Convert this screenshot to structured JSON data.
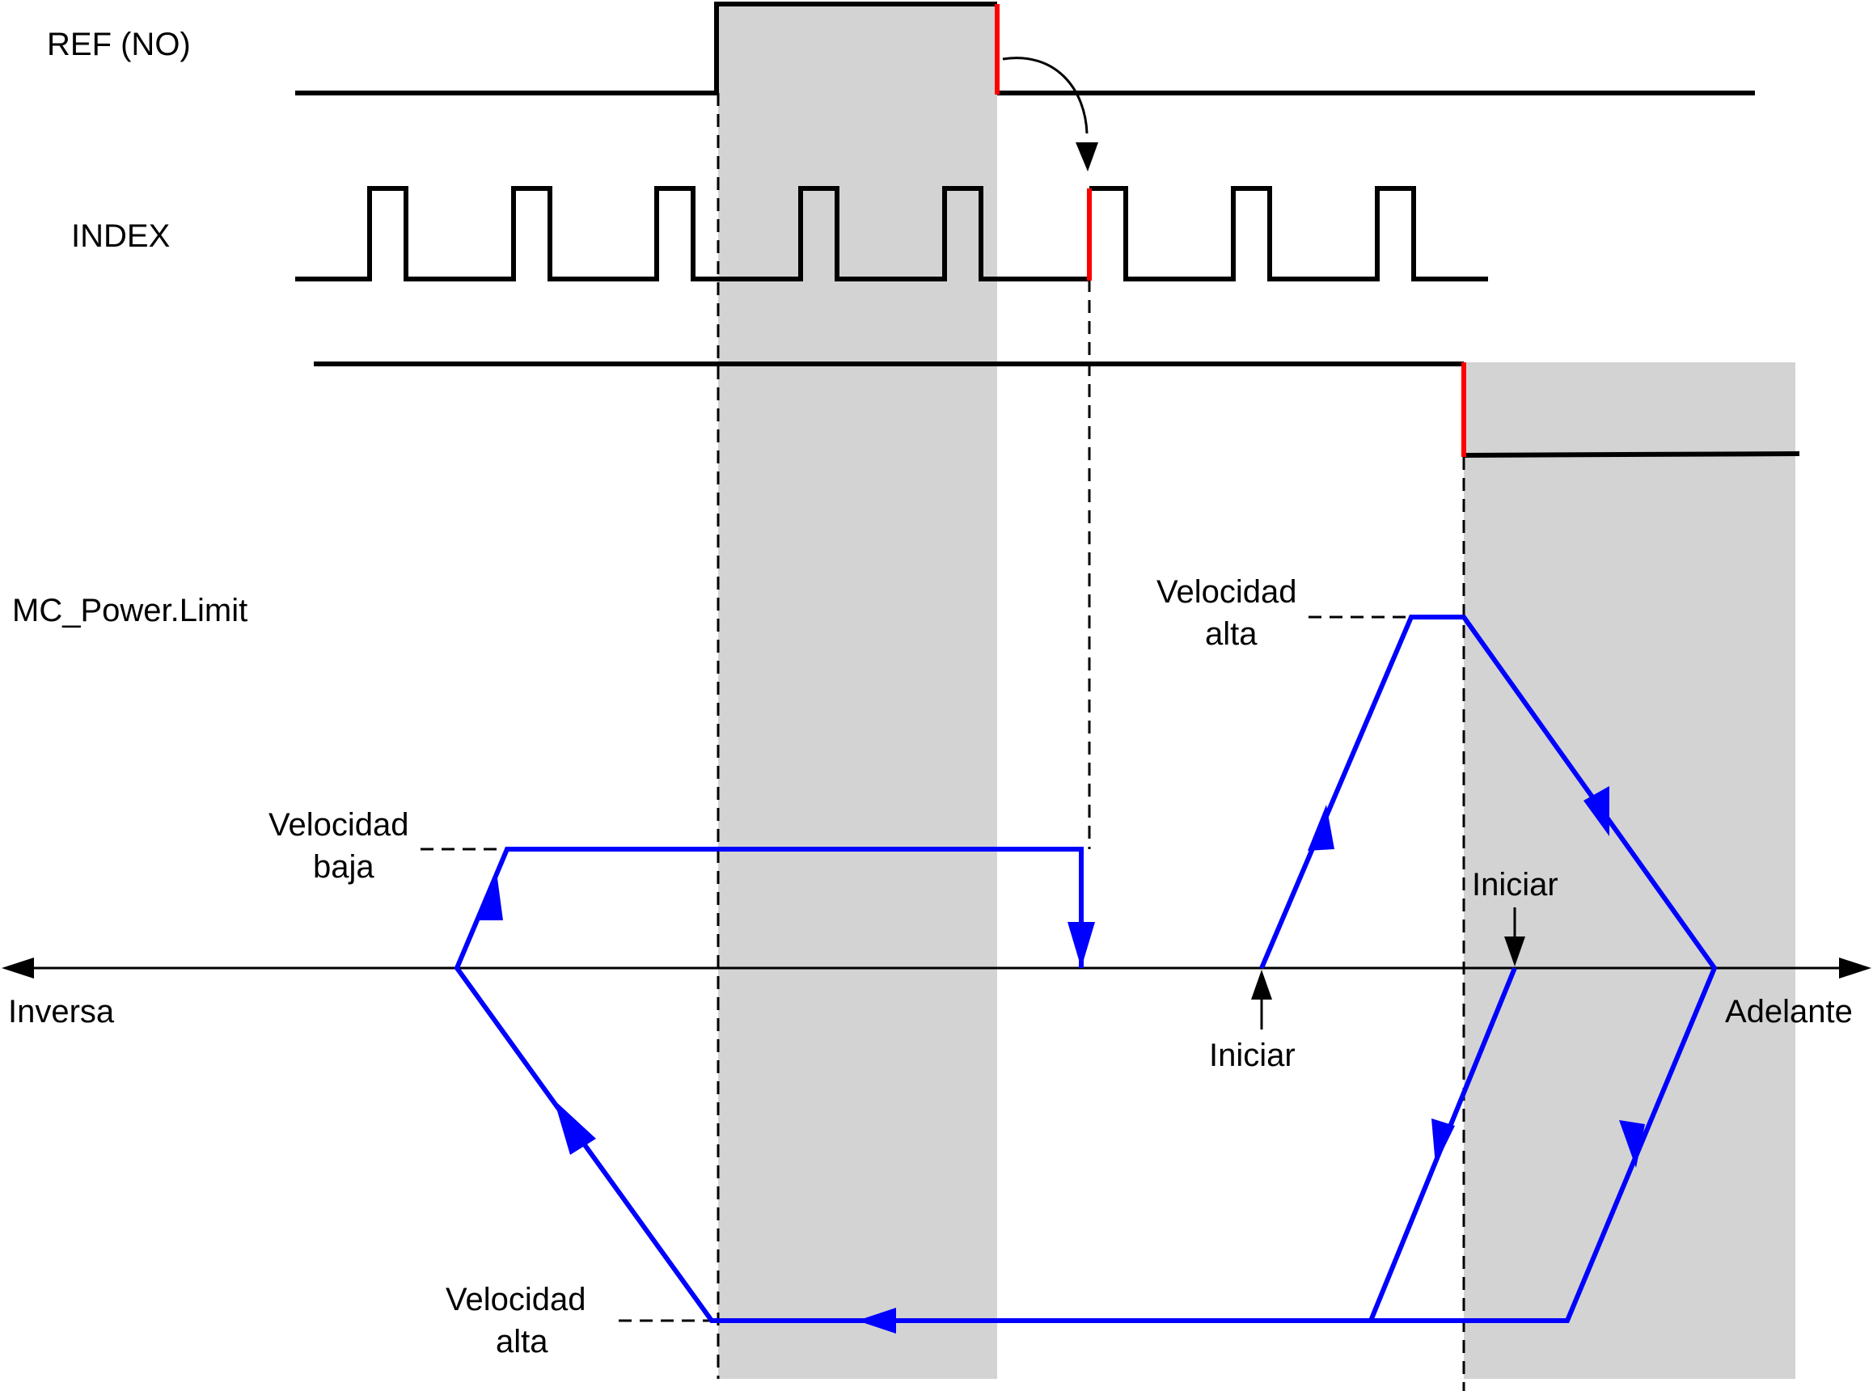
{
  "signals": {
    "ref": "REF (NO)",
    "index": "INDEX",
    "limit": "MC_Power.Limit"
  },
  "axis": {
    "left": "Inversa",
    "right": "Adelante"
  },
  "annotations": {
    "low_speed_1": "Velocidad",
    "low_speed_2": "baja",
    "high_speed_top_1": "Velocidad",
    "high_speed_top_2": "alta",
    "high_speed_bottom_1": "Velocidad",
    "high_speed_bottom_2": "alta",
    "start_left": "Iniciar",
    "start_right": "Iniciar"
  },
  "colors": {
    "signal": "#000000",
    "edge": "#ff0000",
    "motion": "#0000ff",
    "zone": "#d3d3d3"
  }
}
